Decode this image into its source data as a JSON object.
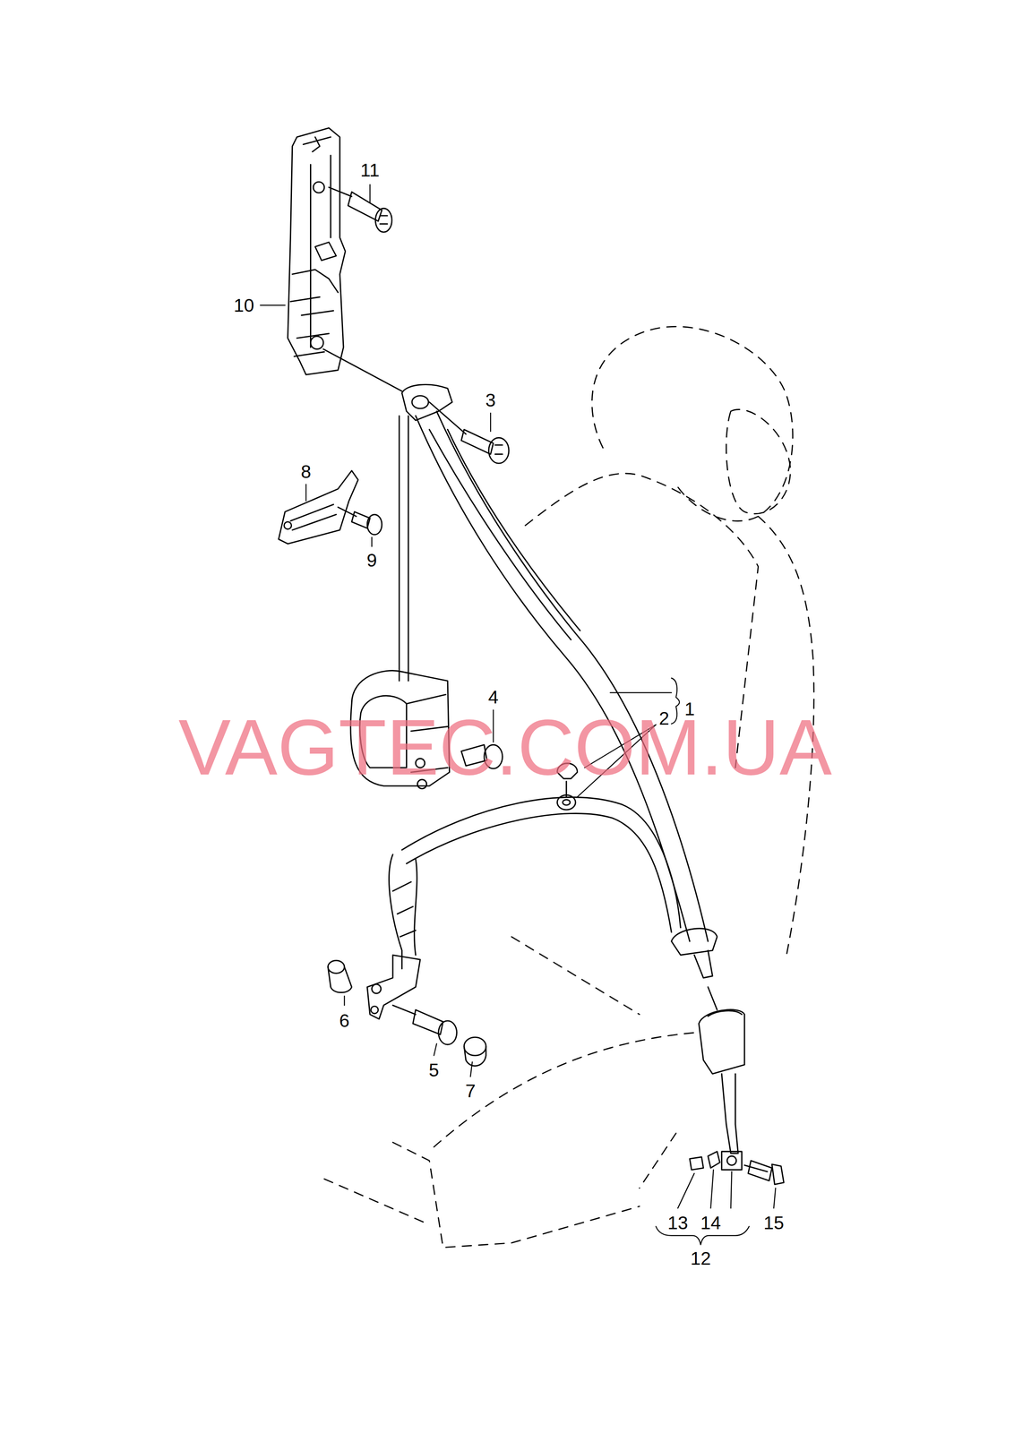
{
  "diagram": {
    "labels": [
      "11",
      "10",
      "3",
      "8",
      "9",
      "4",
      "2",
      "1",
      "6",
      "5",
      "7",
      "13",
      "14",
      "15",
      "12",
      "VAGTEC.COM.UA"
    ]
  }
}
